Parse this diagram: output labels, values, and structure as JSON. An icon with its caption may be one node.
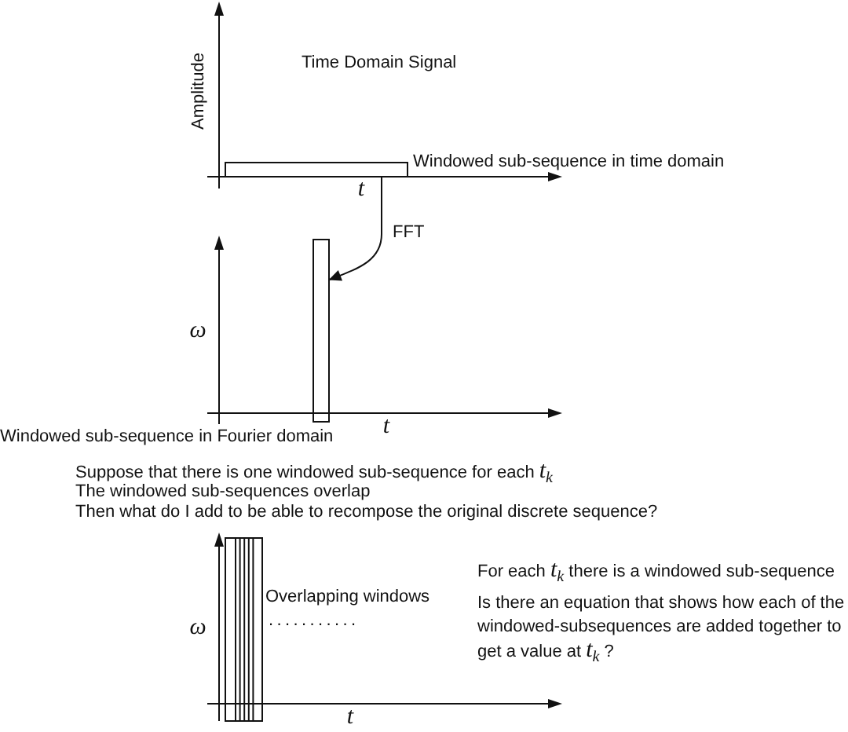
{
  "diagram": {
    "nodes": [
      {
        "text": [],
        "shape": "box",
        "beside": [
          "Windowed sub-sequence in time domain"
        ]
      },
      {
        "text": [],
        "shape": "box",
        "beside": [
          "Windowed sub-sequence in Fourier domain"
        ]
      }
    ],
    "edges": [
      {
        "from": 0,
        "to": 1,
        "arrow": "to",
        "label": "FFT"
      }
    ],
    "labels": [
      "Amplitude",
      "Time Domain Signal",
      "t",
      "ω",
      "t",
      "Suppose that there is one windowed sub-sequence for each *t*$_{k}$",
      "The windowed sub-sequences overlap",
      "Then what do I add to be able to recompose the original discrete sequence?",
      "Overlapping windows",
      "...........",
      "ω",
      "t",
      "For each *t*$_{k}$ there is a windowed sub-sequence",
      "Is there an equation that shows how each of the windowed-subsequences are added together to get a value at *t*$_{k}$ ?"
    ]
  }
}
